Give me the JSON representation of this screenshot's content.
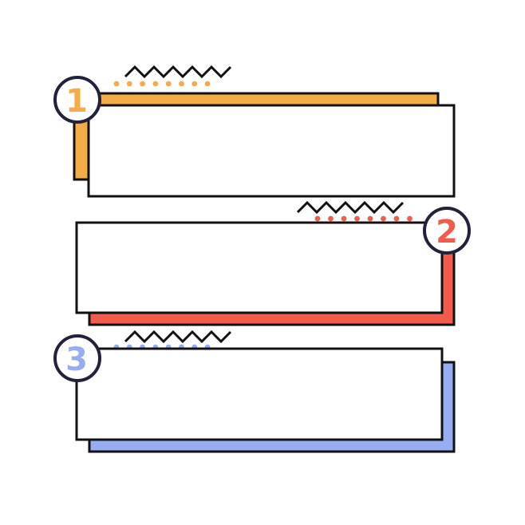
{
  "colors": {
    "orange": "#F5AC45",
    "red": "#F25C4F",
    "blue": "#98ACF2",
    "outline": "#111111",
    "badge_outline": "#22223A",
    "panel_fill": "#FFFFFF"
  },
  "steps": [
    {
      "number": "1",
      "color": "#F5AC45"
    },
    {
      "number": "2",
      "color": "#F25C4F"
    },
    {
      "number": "3",
      "color": "#98ACF2"
    }
  ]
}
